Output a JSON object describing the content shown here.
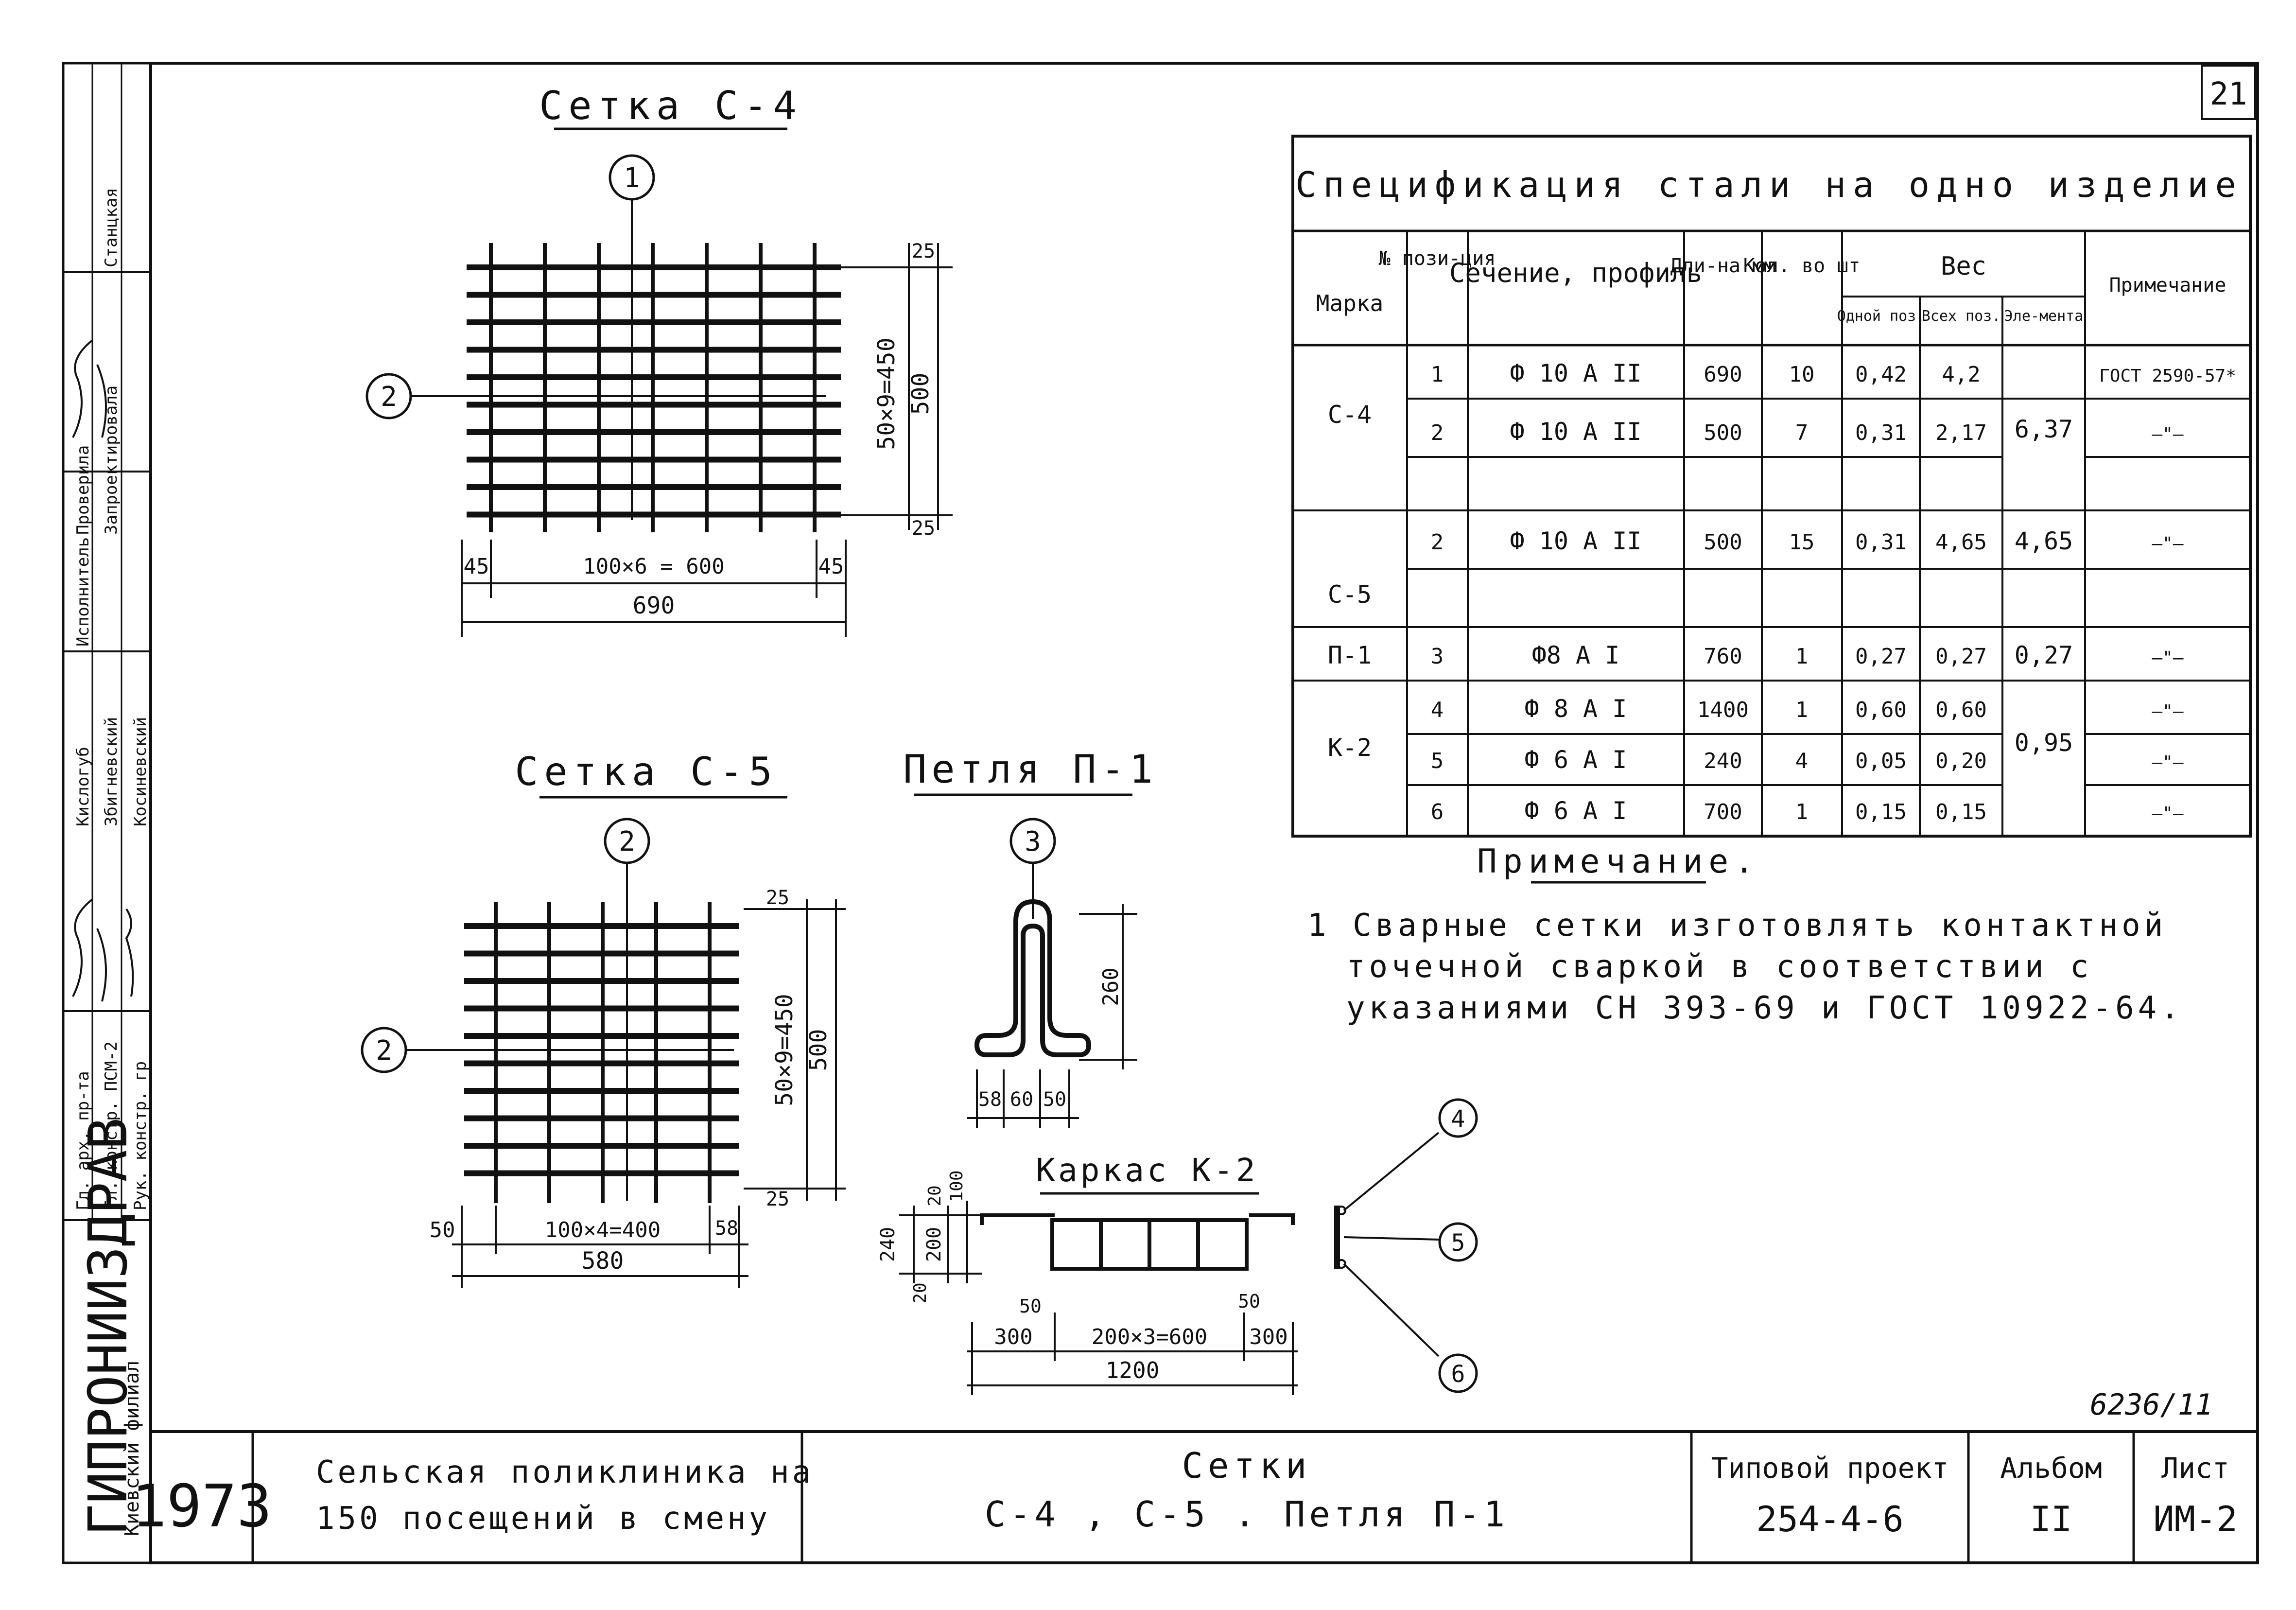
{
  "sheet_number": "21",
  "archive_number": "6236/11",
  "drawings": {
    "s4": {
      "title": "Сетка С-4",
      "pos_top": "1",
      "pos_left": "2",
      "dim_top_offset": "25",
      "dim_vertical": "50×9=450",
      "dim_total_vertical": "500",
      "dim_bottom_offset": "25",
      "dim_left": "45",
      "dim_mid": "100×6 = 600",
      "dim_right": "45",
      "dim_total": "690"
    },
    "s5": {
      "title": "Сетка С-5",
      "pos_top": "2",
      "pos_left": "2",
      "dim_top_offset": "25",
      "dim_vertical": "50×9=450",
      "dim_total_vertical": "500",
      "dim_bottom_offset": "25",
      "dim_left": "50",
      "dim_mid": "100×4=400",
      "dim_right": "58",
      "dim_total": "580"
    },
    "p1": {
      "title": "Петля П-1",
      "pos": "3",
      "dim_height": "260",
      "dim_a": "58",
      "dim_b": "60",
      "dim_c": "50"
    },
    "k2": {
      "title": "Каркас К-2",
      "pos_4": "4",
      "pos_5": "5",
      "pos_6": "6",
      "dim_240": "240",
      "dim_200": "200",
      "dim_20a": "20",
      "dim_20b": "20",
      "dim_100": "100",
      "dim_50a": "50",
      "dim_50b": "50",
      "dim_300a": "300",
      "dim_mid": "200×3=600",
      "dim_300b": "300",
      "dim_total": "1200"
    }
  },
  "spec": {
    "title": "Спецификация стали на одно изделие",
    "headers": {
      "marka": "Марка",
      "pos": "№ пози-ция",
      "section": "Сечение, профиль",
      "length": "Дли-на мм",
      "qty": "Кол. во шт",
      "weight": "Вес",
      "w_one": "Одной поз.",
      "w_all": "Всех поз.",
      "w_elem": "Эле-мента",
      "note": "Примечание"
    },
    "rows": [
      {
        "marka": "С-4",
        "pos": "1",
        "section": "Ф 10 А II",
        "length": "690",
        "qty": "10",
        "w_one": "0,42",
        "w_all": "4,2",
        "w_elem": "",
        "note": "ГОСТ 2590-57*"
      },
      {
        "marka": "",
        "pos": "2",
        "section": "Ф 10 А II",
        "length": "500",
        "qty": "7",
        "w_one": "0,31",
        "w_all": "2,17",
        "w_elem": "6,37",
        "note": "—\"—"
      },
      {
        "marka": "",
        "pos": "",
        "section": "",
        "length": "",
        "qty": "",
        "w_one": "",
        "w_all": "",
        "w_elem": "",
        "note": ""
      },
      {
        "marka": "С-5",
        "pos": "2",
        "section": "Ф 10 А II",
        "length": "500",
        "qty": "15",
        "w_one": "0,31",
        "w_all": "4,65",
        "w_elem": "4,65",
        "note": "—\"—"
      },
      {
        "marka": "",
        "pos": "",
        "section": "",
        "length": "",
        "qty": "",
        "w_one": "",
        "w_all": "",
        "w_elem": "",
        "note": ""
      },
      {
        "marka": "П-1",
        "pos": "3",
        "section": "Ф8 А I",
        "length": "760",
        "qty": "1",
        "w_one": "0,27",
        "w_all": "0,27",
        "w_elem": "0,27",
        "note": "—\"—"
      },
      {
        "marka": "",
        "pos": "4",
        "section": "Ф 8 А I",
        "length": "1400",
        "qty": "1",
        "w_one": "0,60",
        "w_all": "0,60",
        "w_elem": "",
        "note": "—\"—"
      },
      {
        "marka": "К-2",
        "pos": "5",
        "section": "Ф 6 А I",
        "length": "240",
        "qty": "4",
        "w_one": "0,05",
        "w_all": "0,20",
        "w_elem": "0,95",
        "note": "—\"—"
      },
      {
        "marka": "",
        "pos": "6",
        "section": "Ф 6 А I",
        "length": "700",
        "qty": "1",
        "w_one": "0,15",
        "w_all": "0,15",
        "w_elem": "",
        "note": "—\"—"
      }
    ]
  },
  "notes": {
    "title": "Примечание.",
    "items": [
      "1 Сварные сетки изготовлять контактной",
      "точечной сваркой в соответствии с",
      "указаниями СН 393-69 и ГОСТ 10922-64."
    ]
  },
  "stamp": {
    "year": "1973",
    "project_name_1": "Сельская поликлиника на",
    "project_name_2": "150 посещений в смену",
    "drawing_title_1": "Сетки",
    "drawing_title_2": "С-4 , С-5 . Петля П-1",
    "type_project_label": "Типовой проект",
    "type_project_value": "254-4-6",
    "album_label": "Альбом",
    "album_value": "II",
    "sheet_label": "Лист",
    "sheet_value": "ИМ-2"
  },
  "side_stamp": {
    "org": "ГИПРОНИИЗДРАВ",
    "org_sub": "Киевский филиал",
    "roles": [
      "Гл. арх. пр-та",
      "Гл. констр. ПСМ-2",
      "Рук. констр. гр"
    ],
    "names": [
      "Кислогуб",
      "Збигневский",
      "Косиневский"
    ],
    "extra_1": "Проверила",
    "extra_2": "Запроектировала",
    "extra_3": "Исполнитель",
    "extra_4": "Станцкая"
  }
}
